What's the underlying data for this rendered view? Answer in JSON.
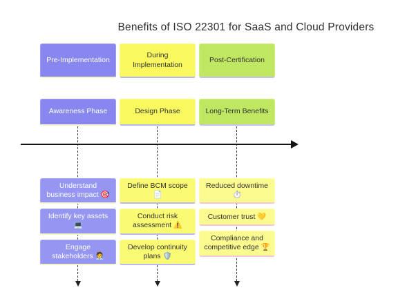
{
  "title": "Benefits of ISO 22301 for SaaS and Cloud Providers",
  "diagram_type": "timeline",
  "colors": {
    "section_purple": "#8787ef",
    "section_yellow": "#f9f95f",
    "section_green": "#bfe761",
    "event_purple": "#9595f2",
    "event_yellow": "#fafa73",
    "event_pale_yellow": "#fbfb8f",
    "edge_lavender": "#b8b8f0",
    "edge_pink": "#f6c6d8",
    "edge_pale_yellow": "#f4f4c4",
    "axis_black": "#141414"
  },
  "columns": [
    {
      "section": "Pre-Implementation",
      "period": "Awareness Phase",
      "events": [
        "Understand business impact 🎯",
        "Identify key assets 💻",
        "Engage stakeholders 🧑‍💼"
      ]
    },
    {
      "section": "During Implementation",
      "period": "Design Phase",
      "events": [
        "Define BCM scope 📄",
        "Conduct risk assessment ⚠️",
        "Develop continuity plans 🛡️"
      ]
    },
    {
      "section": "Post-Certification",
      "period": "Long-Term Benefits",
      "events": [
        "Reduced downtime ⏱️",
        "Customer trust 💛",
        "Compliance and competitive edge 🏆"
      ]
    }
  ]
}
